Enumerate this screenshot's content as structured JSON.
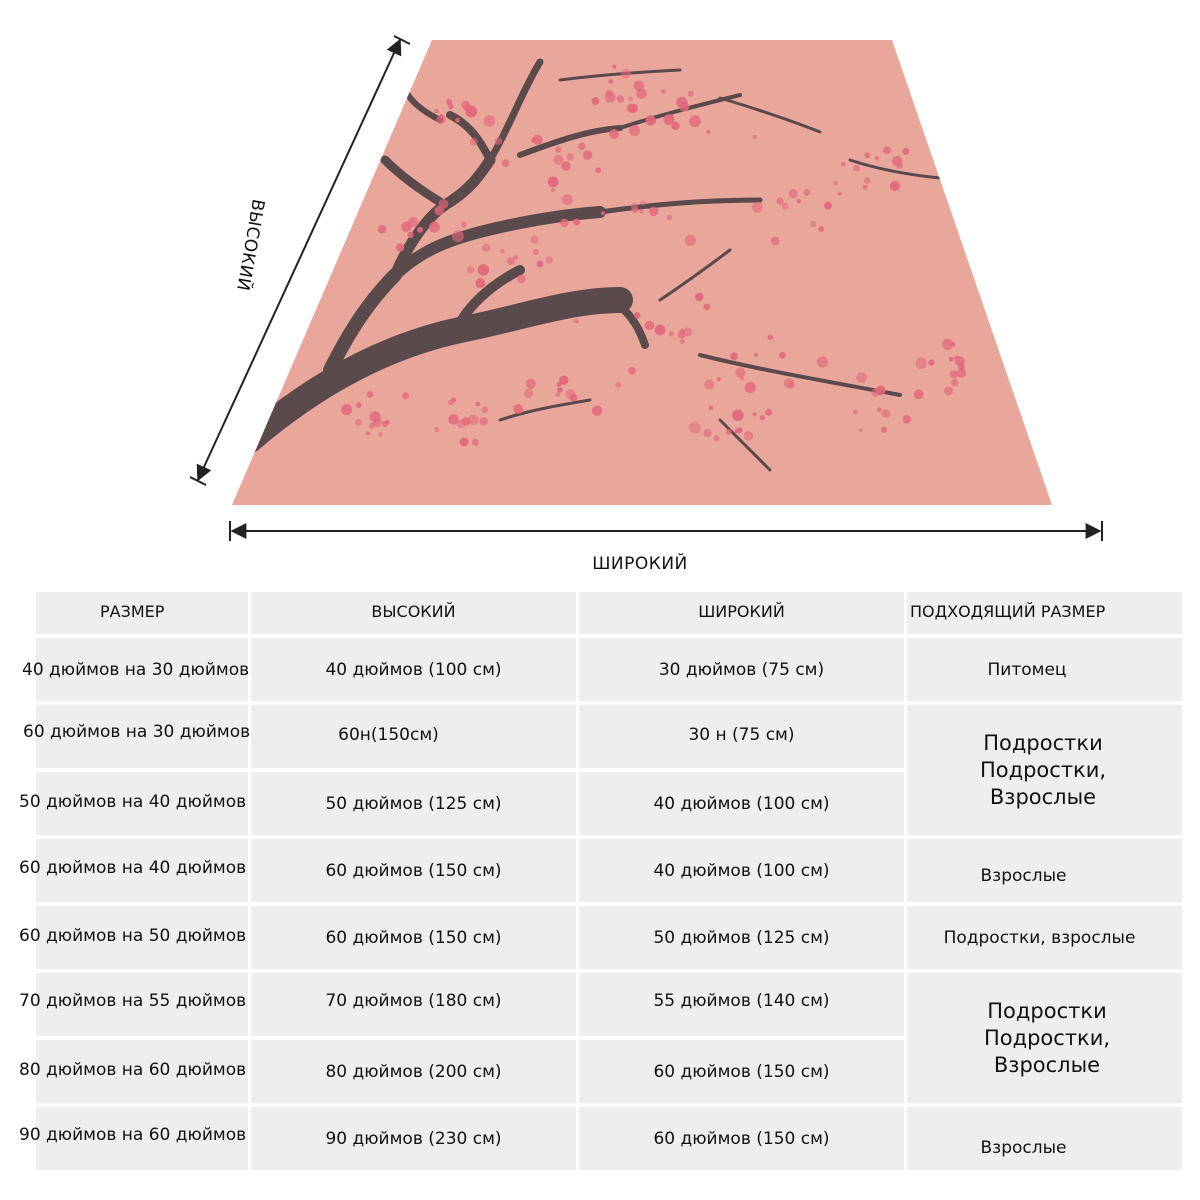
{
  "diagram": {
    "height_label": "ВЫСОКИЙ",
    "width_label": "ШИРОКИЙ",
    "colors": {
      "rug": "#e9a79b",
      "branch": "#5b4a4c",
      "blossom": "#e2677a"
    }
  },
  "table": {
    "headers": [
      "РАЗМЕР",
      "ВЫСОКИЙ",
      "ШИРОКИЙ",
      "ПОДХОДЯЩИЙ РАЗМЕР"
    ],
    "rows": [
      {
        "size": "40 дюймов на 30 дюймов",
        "height": "40 дюймов (100 см)",
        "width": "30 дюймов (75 см)"
      },
      {
        "size": "60 дюймов на 30 дюймов",
        "height": "60н(150см)",
        "width": "30 н (75 см)"
      },
      {
        "size": "50 дюймов на 40 дюймов",
        "height": "50 дюймов (125 см)",
        "width": "40 дюймов (100 см)"
      },
      {
        "size": "60 дюймов на 40 дюймов",
        "height": "60 дюймов (150 см)",
        "width": "40 дюймов (100 см)"
      },
      {
        "size": "60 дюймов на 50 дюймов",
        "height": "60 дюймов (150 см)",
        "width": "50 дюймов (125 см)"
      },
      {
        "size": "70 дюймов на 55 дюймов",
        "height": "70 дюймов (180 см)",
        "width": "55 дюймов (140 см)"
      },
      {
        "size": "80 дюймов на 60 дюймов",
        "height": "80 дюймов (200 см)",
        "width": "60 дюймов (150 см)"
      },
      {
        "size": "90 дюймов на 60 дюймов",
        "height": "90 дюймов (230 см)",
        "width": "60 дюймов (150 см)"
      }
    ],
    "fits": [
      {
        "text": "Питомец"
      },
      {
        "text": "Подростки\nПодростки,\nВзрослые"
      },
      {
        "text": "Взрослые"
      },
      {
        "text": "Подростки, взрослые"
      },
      {
        "text": "Подростки\nПодростки,\nВзрослые"
      },
      {
        "text": "Взрослые"
      }
    ]
  }
}
